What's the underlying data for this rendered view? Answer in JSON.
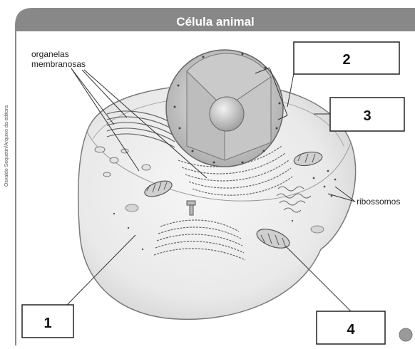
{
  "title": "Célula animal",
  "side_credit": "Osvaldo Sequetin/Arquivo da editora",
  "labels": {
    "organelles_line1": "organelas",
    "organelles_line2": "membranosas",
    "ribosomes": "ribossomos"
  },
  "boxes": {
    "box1": "1",
    "box2": "2",
    "box3": "3",
    "box4": "4"
  },
  "colors": {
    "header_bg": "#888888",
    "header_text": "#ffffff",
    "frame": "#8a8a8a",
    "cell_fill": "#ececec",
    "nucleus_fill": "#d6d6d6",
    "line": "#333333"
  }
}
